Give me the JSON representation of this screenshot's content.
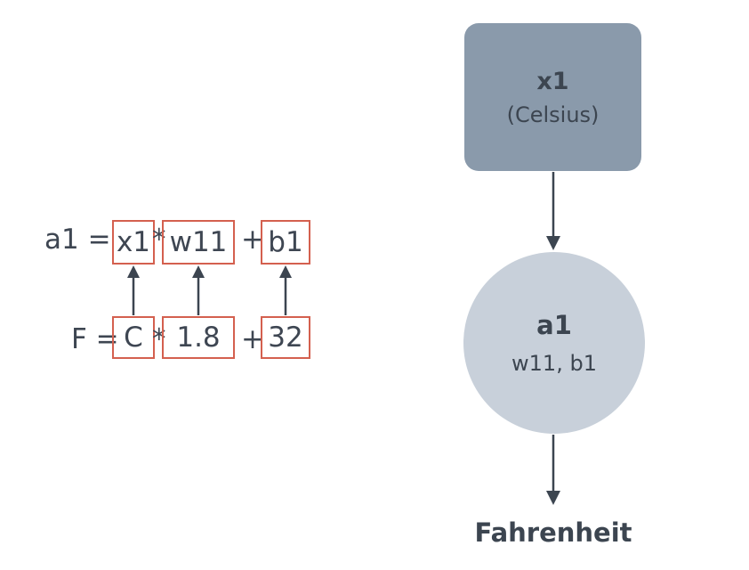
{
  "equation_top": {
    "prefix": "a1 =",
    "term1": "x1",
    "op1": "*",
    "term2": "w11",
    "op2": "+",
    "term3": "b1"
  },
  "equation_bottom": {
    "prefix": "F =",
    "term1": "C",
    "op1": "*",
    "term2": "1.8",
    "op2": "+",
    "term3": "32"
  },
  "nodes": {
    "input": {
      "title": "x1",
      "subtitle": "(Celsius)"
    },
    "neuron": {
      "title": "a1",
      "subtitle": "w11, b1"
    },
    "output": {
      "label": "Fahrenheit"
    }
  },
  "colors": {
    "highlight_box": "#d4604f",
    "input_node": "#8a9aab",
    "neuron_node": "#c8d0da",
    "arrow": "#3c4550",
    "text": "#3c4550"
  }
}
